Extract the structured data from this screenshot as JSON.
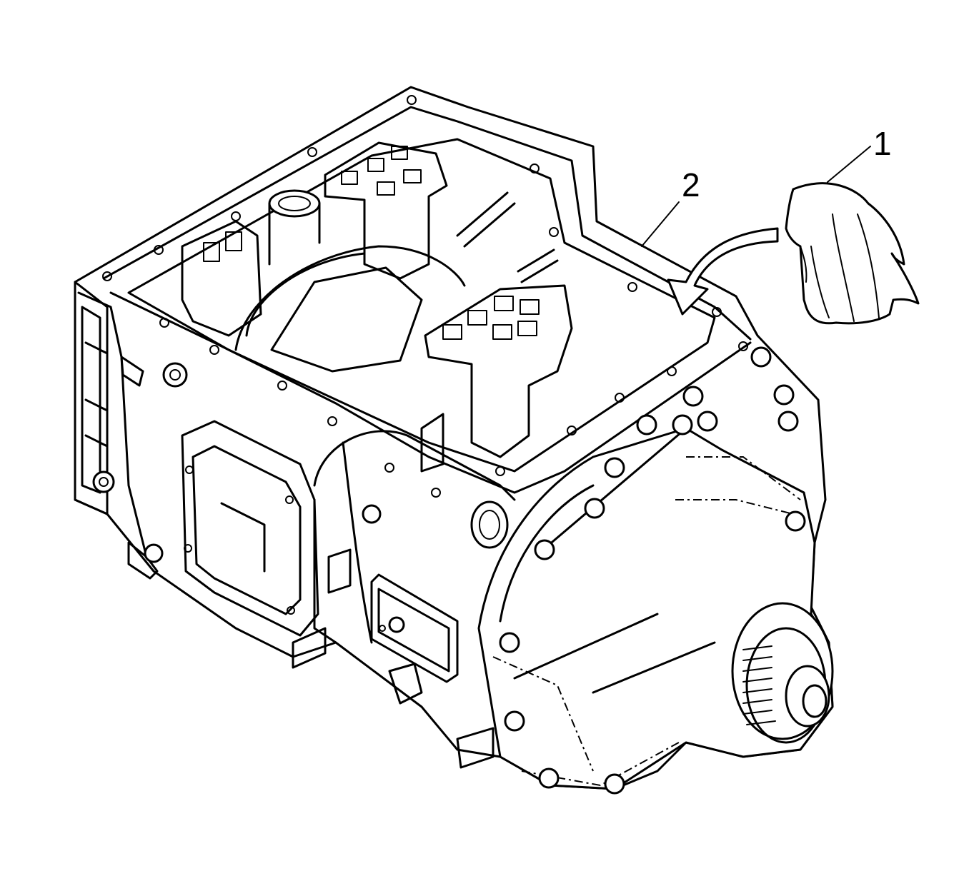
{
  "callouts": [
    {
      "id": "1",
      "label": "1",
      "target": "shop-towel"
    },
    {
      "id": "2",
      "label": "2",
      "target": "transmission-case-oil-pan-opening"
    }
  ],
  "colors": {
    "line": "#000000",
    "background": "#ffffff"
  }
}
